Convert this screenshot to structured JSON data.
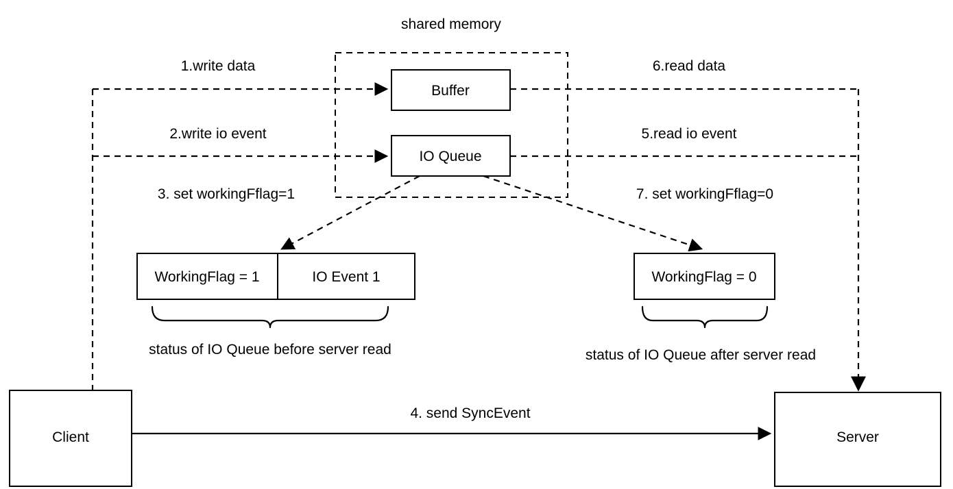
{
  "diagram": {
    "title": "shared memory",
    "shared_memory": {
      "label": "shared memory",
      "nodes": [
        {
          "id": "buffer",
          "label": "Buffer"
        },
        {
          "id": "io-queue",
          "label": "IO Queue"
        }
      ]
    },
    "endpoints": [
      {
        "id": "client",
        "label": "Client"
      },
      {
        "id": "server",
        "label": "Server"
      }
    ],
    "steps": [
      {
        "number": "1",
        "label": "1.write data",
        "side": "left"
      },
      {
        "number": "2",
        "label": "2.write io event",
        "side": "left"
      },
      {
        "number": "3",
        "label": "3. set workingFflag=1",
        "side": "left"
      },
      {
        "number": "4",
        "label": "4. send SyncEvent",
        "side": "bottom"
      },
      {
        "number": "5",
        "label": "5.read io event",
        "side": "right"
      },
      {
        "number": "6",
        "label": "6.read data",
        "side": "right"
      },
      {
        "number": "7",
        "label": "7. set workingFflag=0",
        "side": "right"
      }
    ],
    "queue_before": {
      "caption": "status of IO Queue before server read",
      "cells": [
        {
          "id": "working-flag-1",
          "label": "WorkingFlag = 1"
        },
        {
          "id": "io-event-1",
          "label": "IO Event 1"
        }
      ]
    },
    "queue_after": {
      "caption": "status of IO Queue after server read",
      "cells": [
        {
          "id": "working-flag-0",
          "label": "WorkingFlag = 0"
        }
      ]
    },
    "colors": {
      "stroke": "#000000",
      "fill": "#ffffff",
      "text": "#000000"
    }
  }
}
